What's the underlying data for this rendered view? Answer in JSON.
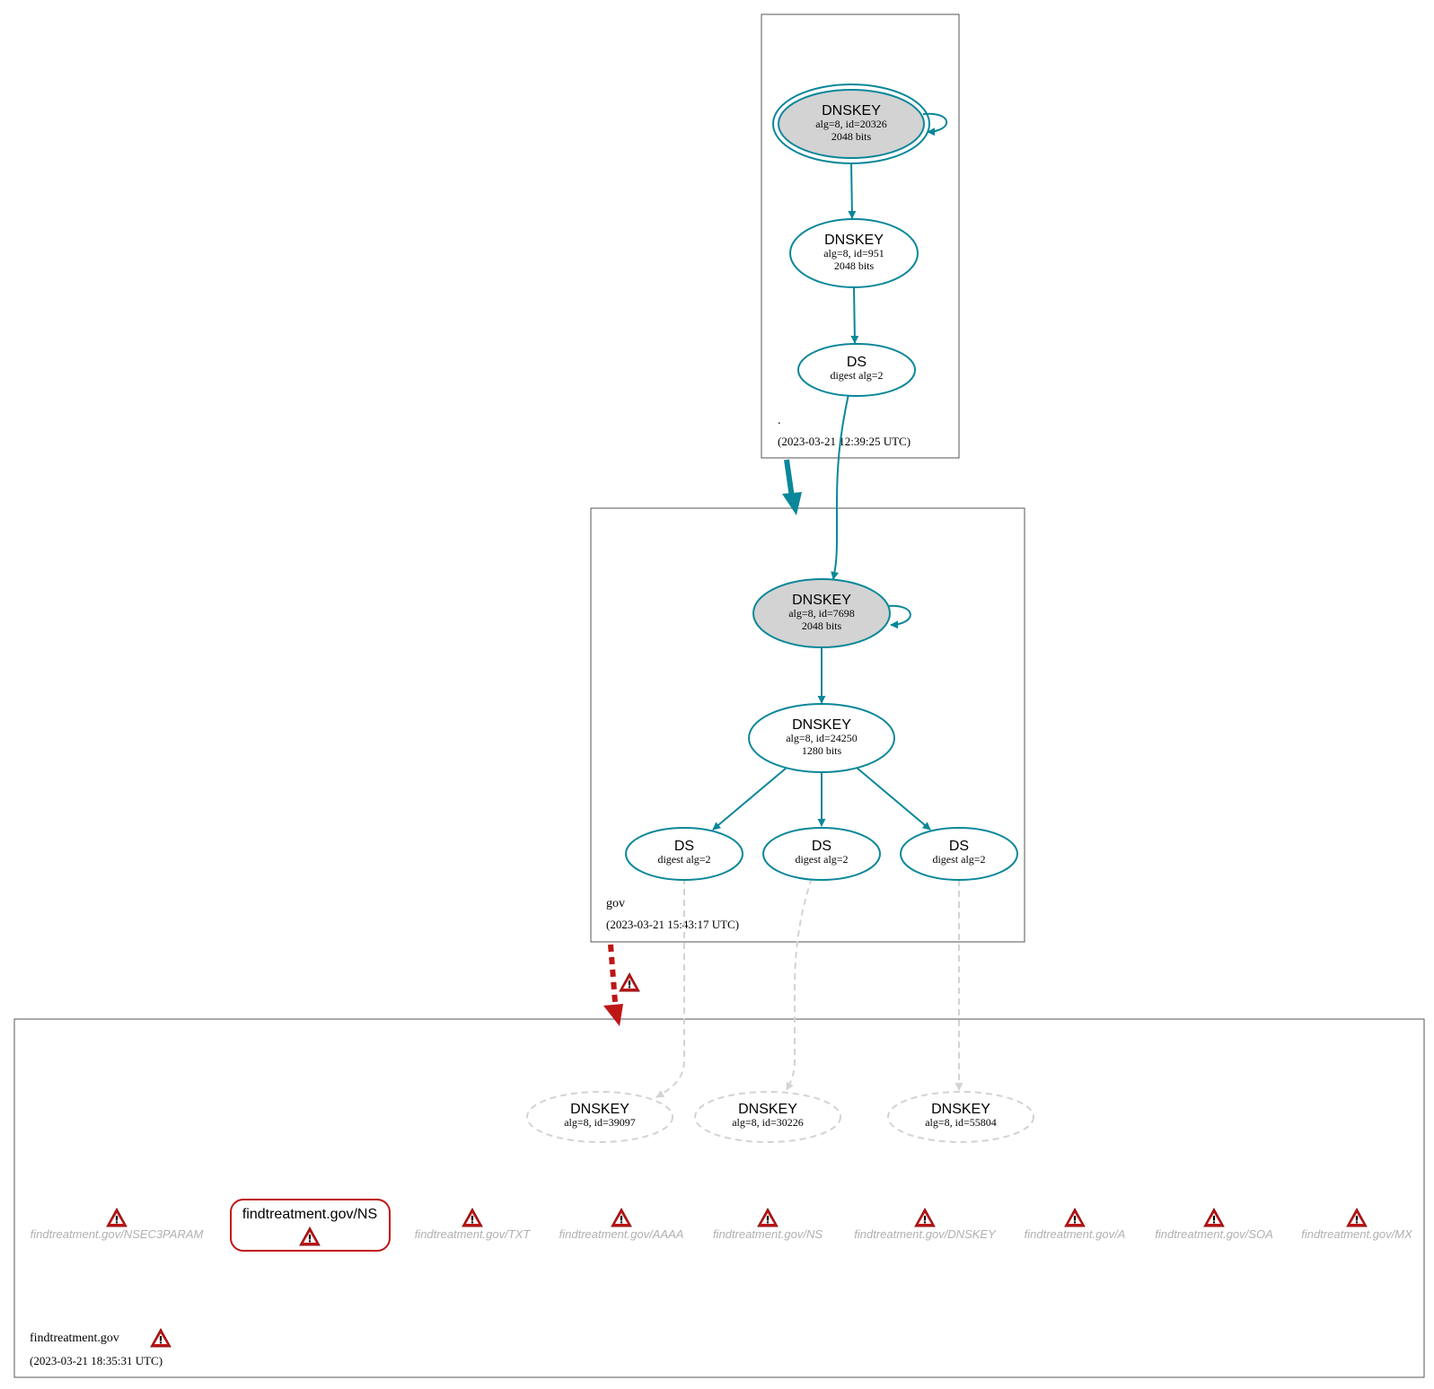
{
  "colors": {
    "secure": "#0a879a",
    "bogus": "#be1515",
    "insecure_gray": "#d3d3d3",
    "label_gray": "#b0b0b0",
    "ksk_fill": "#d3d3d3",
    "zone_border": "#555555"
  },
  "zones": {
    "root": {
      "name": ".",
      "timestamp": "(2023-03-21 12:39:25 UTC)"
    },
    "gov": {
      "name": "gov",
      "timestamp": "(2023-03-21 15:43:17 UTC)"
    },
    "findtreatment": {
      "name": "findtreatment.gov",
      "timestamp": "(2023-03-21 18:35:31 UTC)"
    }
  },
  "nodes": {
    "root_ksk": {
      "title": "DNSKEY",
      "line1": "alg=8, id=20326",
      "line2": "2048 bits"
    },
    "root_zsk": {
      "title": "DNSKEY",
      "line1": "alg=8, id=951",
      "line2": "2048 bits"
    },
    "root_ds": {
      "title": "DS",
      "line1": "digest alg=2"
    },
    "gov_ksk": {
      "title": "DNSKEY",
      "line1": "alg=8, id=7698",
      "line2": "2048 bits"
    },
    "gov_zsk": {
      "title": "DNSKEY",
      "line1": "alg=8, id=24250",
      "line2": "1280 bits"
    },
    "gov_ds1": {
      "title": "DS",
      "line1": "digest alg=2"
    },
    "gov_ds2": {
      "title": "DS",
      "line1": "digest alg=2"
    },
    "gov_ds3": {
      "title": "DS",
      "line1": "digest alg=2"
    },
    "ft_key1": {
      "title": "DNSKEY",
      "line1": "alg=8, id=39097"
    },
    "ft_key2": {
      "title": "DNSKEY",
      "line1": "alg=8, id=30226"
    },
    "ft_key3": {
      "title": "DNSKEY",
      "line1": "alg=8, id=55804"
    }
  },
  "ns_box": {
    "label": "findtreatment.gov/NS"
  },
  "rrsets": [
    "findtreatment.gov/NSEC3PARAM",
    "findtreatment.gov/TXT",
    "findtreatment.gov/AAAA",
    "findtreatment.gov/NS",
    "findtreatment.gov/DNSKEY",
    "findtreatment.gov/A",
    "findtreatment.gov/SOA",
    "findtreatment.gov/MX"
  ],
  "icons": {
    "warning": "warning-icon"
  }
}
